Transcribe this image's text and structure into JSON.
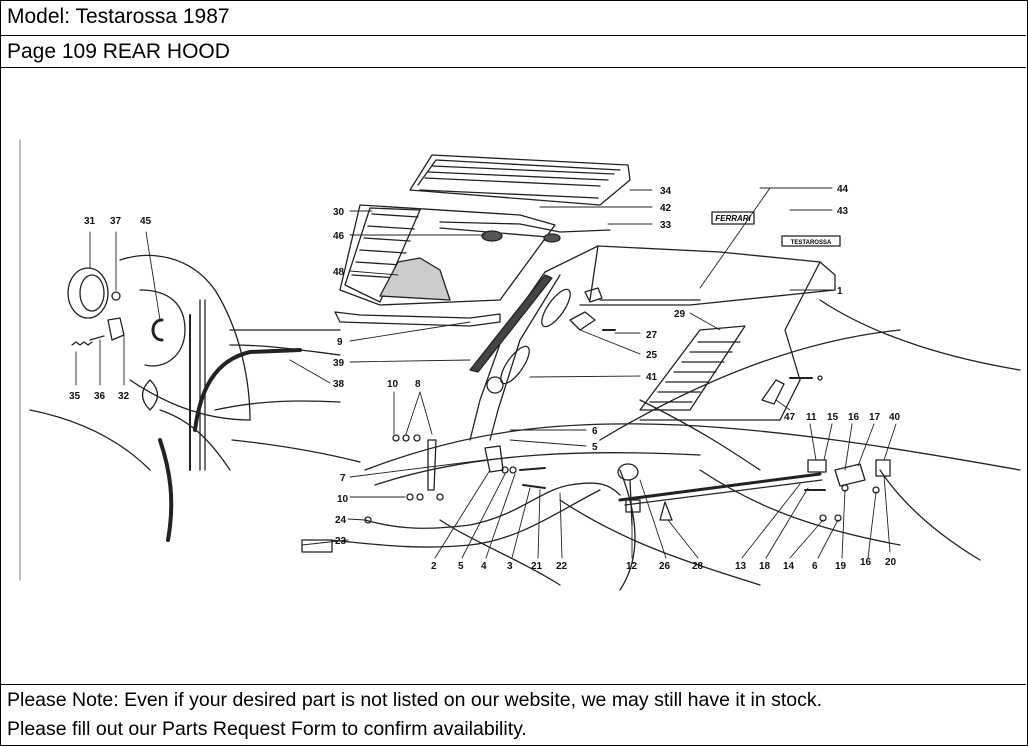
{
  "header": {
    "model": "Model: Testarossa 1987",
    "page": "Page 109  REAR HOOD"
  },
  "diagram": {
    "emblem_text": "FERRARI",
    "badge_text": "TESTAROSSA",
    "callouts": [
      "34",
      "42",
      "33",
      "30",
      "46",
      "48",
      "44",
      "43",
      "1",
      "29",
      "27",
      "25",
      "41",
      "31",
      "37",
      "45",
      "9",
      "39",
      "38",
      "35",
      "36",
      "32",
      "10",
      "8",
      "6",
      "5",
      "7",
      "47",
      "11",
      "15",
      "16",
      "17",
      "40",
      "24",
      "23",
      "2",
      "4",
      "3",
      "21",
      "22",
      "12",
      "26",
      "28",
      "13",
      "18",
      "14",
      "19",
      "20"
    ]
  },
  "footer": {
    "note_line1": "Please Note: Even if your desired part is not listed on our website, we may still have it in stock.",
    "note_line2": "Please fill out our Parts Request Form to confirm availability."
  }
}
